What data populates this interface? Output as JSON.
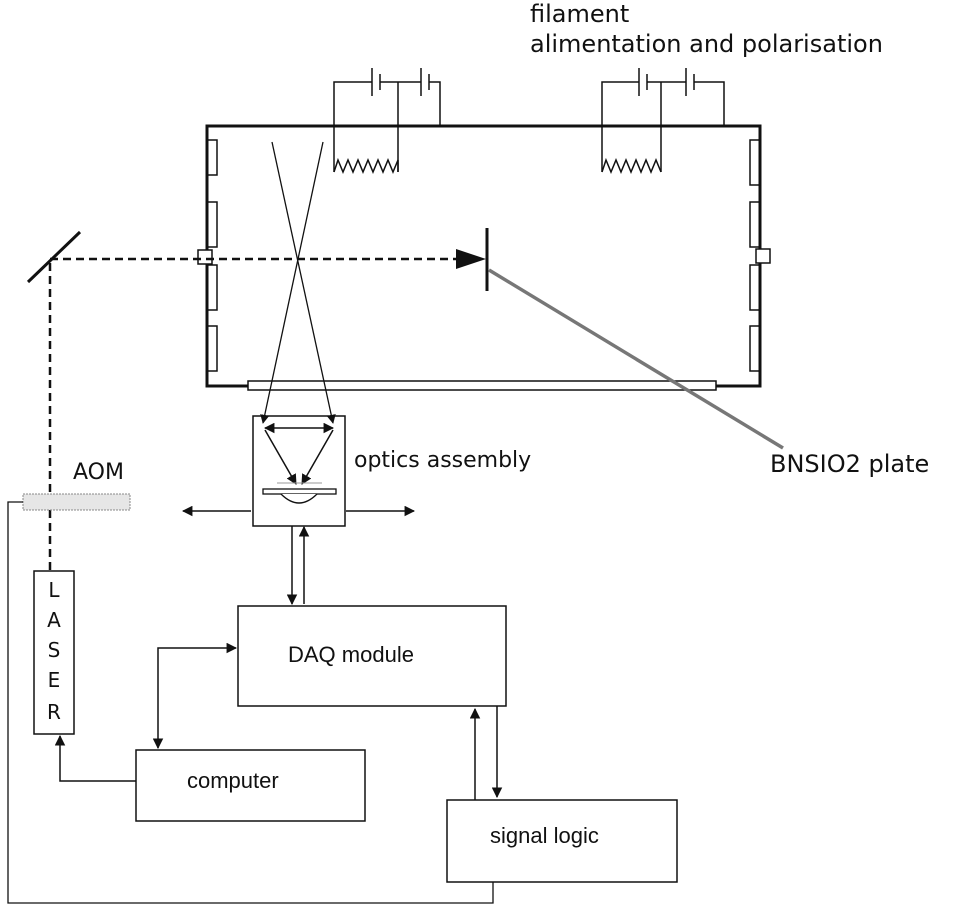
{
  "labels": {
    "filament_line1": "filament",
    "filament_line2": "alimentation and polarisation",
    "optics": "optics assembly",
    "bnsio2": "BNSIO2 plate",
    "aom": "AOM",
    "daq": "DAQ module",
    "computer": "computer",
    "signal_logic": "signal logic"
  },
  "laser_letters": [
    "L",
    "A",
    "S",
    "E",
    "R"
  ],
  "colors": {
    "line": "#111111",
    "plate_leader": "#777777",
    "aom_fill": "#e6e6e6"
  }
}
